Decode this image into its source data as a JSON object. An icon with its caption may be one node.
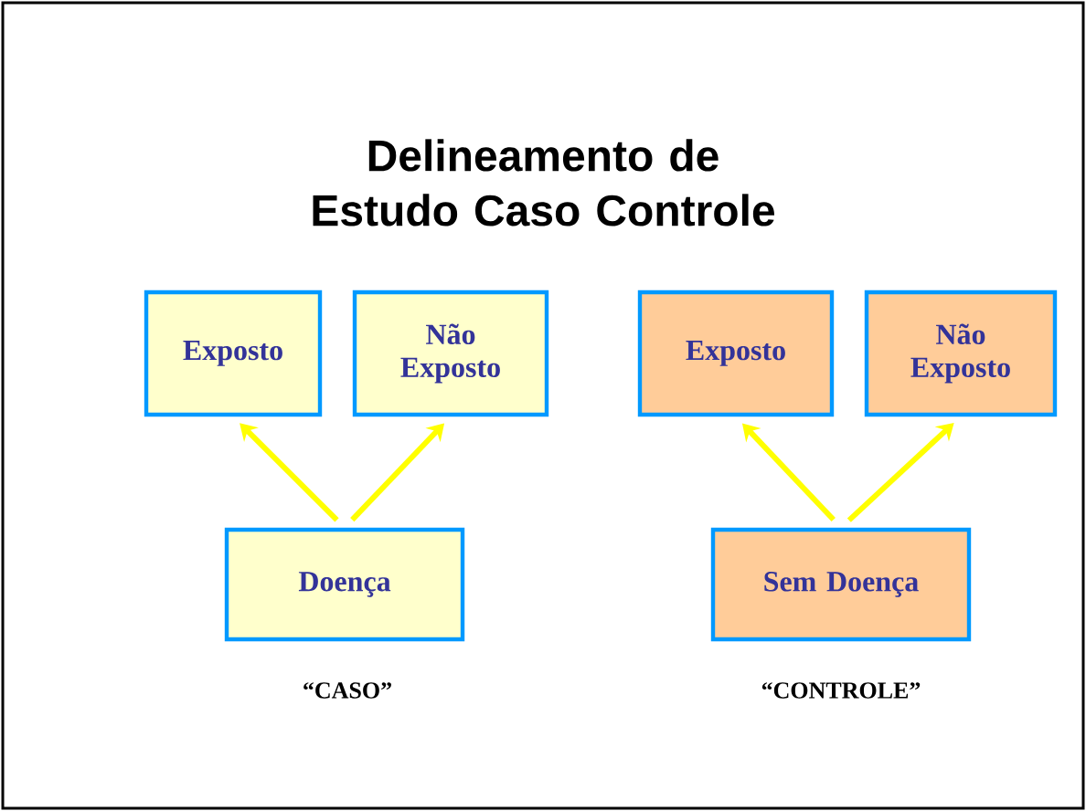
{
  "diagram": {
    "title": "Delineamento de Estudo Caso Controle",
    "nodes": [
      {
        "text": [
          "Exposto"
        ]
      },
      {
        "text": [
          "Não Exposto"
        ]
      },
      {
        "text": [
          "Exposto"
        ]
      },
      {
        "text": [
          "Não Exposto"
        ]
      },
      {
        "text": [
          "Doença"
        ]
      },
      {
        "text": [
          "Sem Doença"
        ]
      }
    ],
    "edges": [
      {
        "from": 4,
        "to": 0,
        "arrow": "to"
      },
      {
        "from": 4,
        "to": 1,
        "arrow": "to"
      },
      {
        "from": 5,
        "to": 2,
        "arrow": "to"
      },
      {
        "from": 5,
        "to": 3,
        "arrow": "to"
      }
    ],
    "labels": [
      "“CASO”",
      "“CONTROLE”"
    ]
  }
}
